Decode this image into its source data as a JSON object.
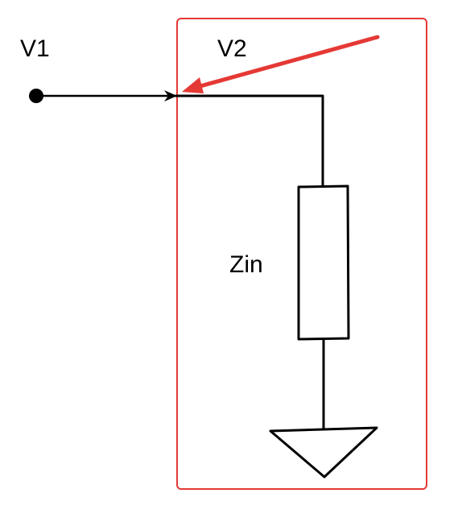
{
  "labels": {
    "source_node": "V1",
    "input_node": "V2",
    "impedance": "Zin"
  },
  "colors": {
    "wire": "#000000",
    "highlight_box": "#e53935",
    "pointer_arrow": "#e53935",
    "background": "#ffffff"
  },
  "icons": {
    "source_terminal": "filled-dot",
    "ground": "ground-triangle",
    "impedance": "resistor-rectangle"
  }
}
